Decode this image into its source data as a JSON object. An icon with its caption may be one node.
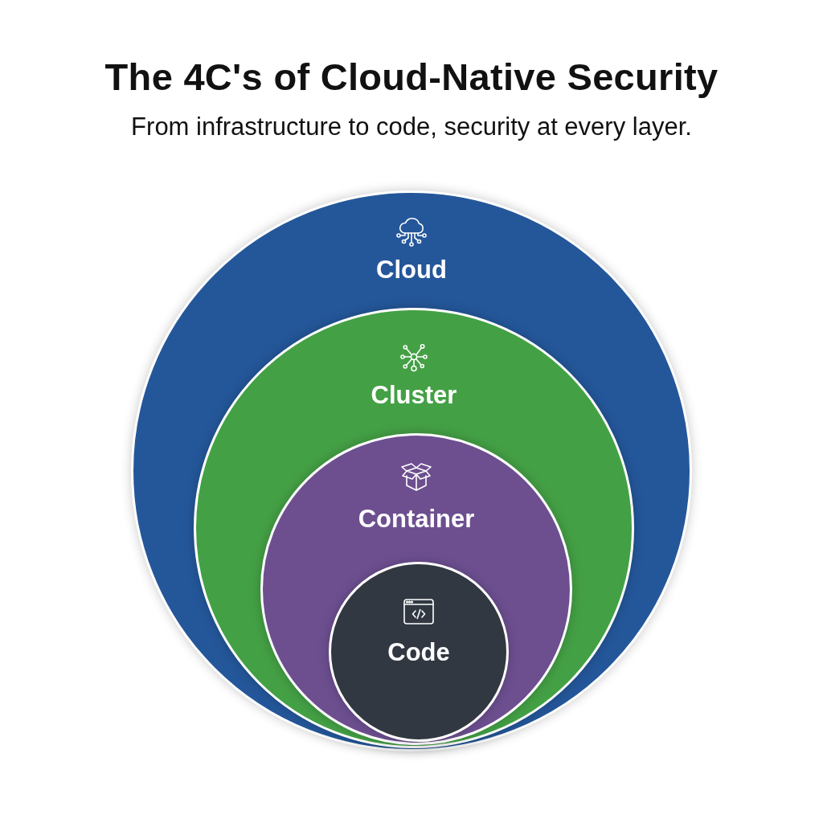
{
  "diagram": {
    "title": "The 4C's of Cloud-Native Security",
    "nodes": [
      {
        "text": [
          "Cloud"
        ]
      },
      {
        "text": [
          "Cluster"
        ],
        "in": 0
      },
      {
        "text": [
          "Container"
        ],
        "in": 1
      },
      {
        "text": [
          "Code"
        ],
        "in": 2
      }
    ],
    "labels": [
      "From infrastructure to code, security at every layer."
    ]
  }
}
